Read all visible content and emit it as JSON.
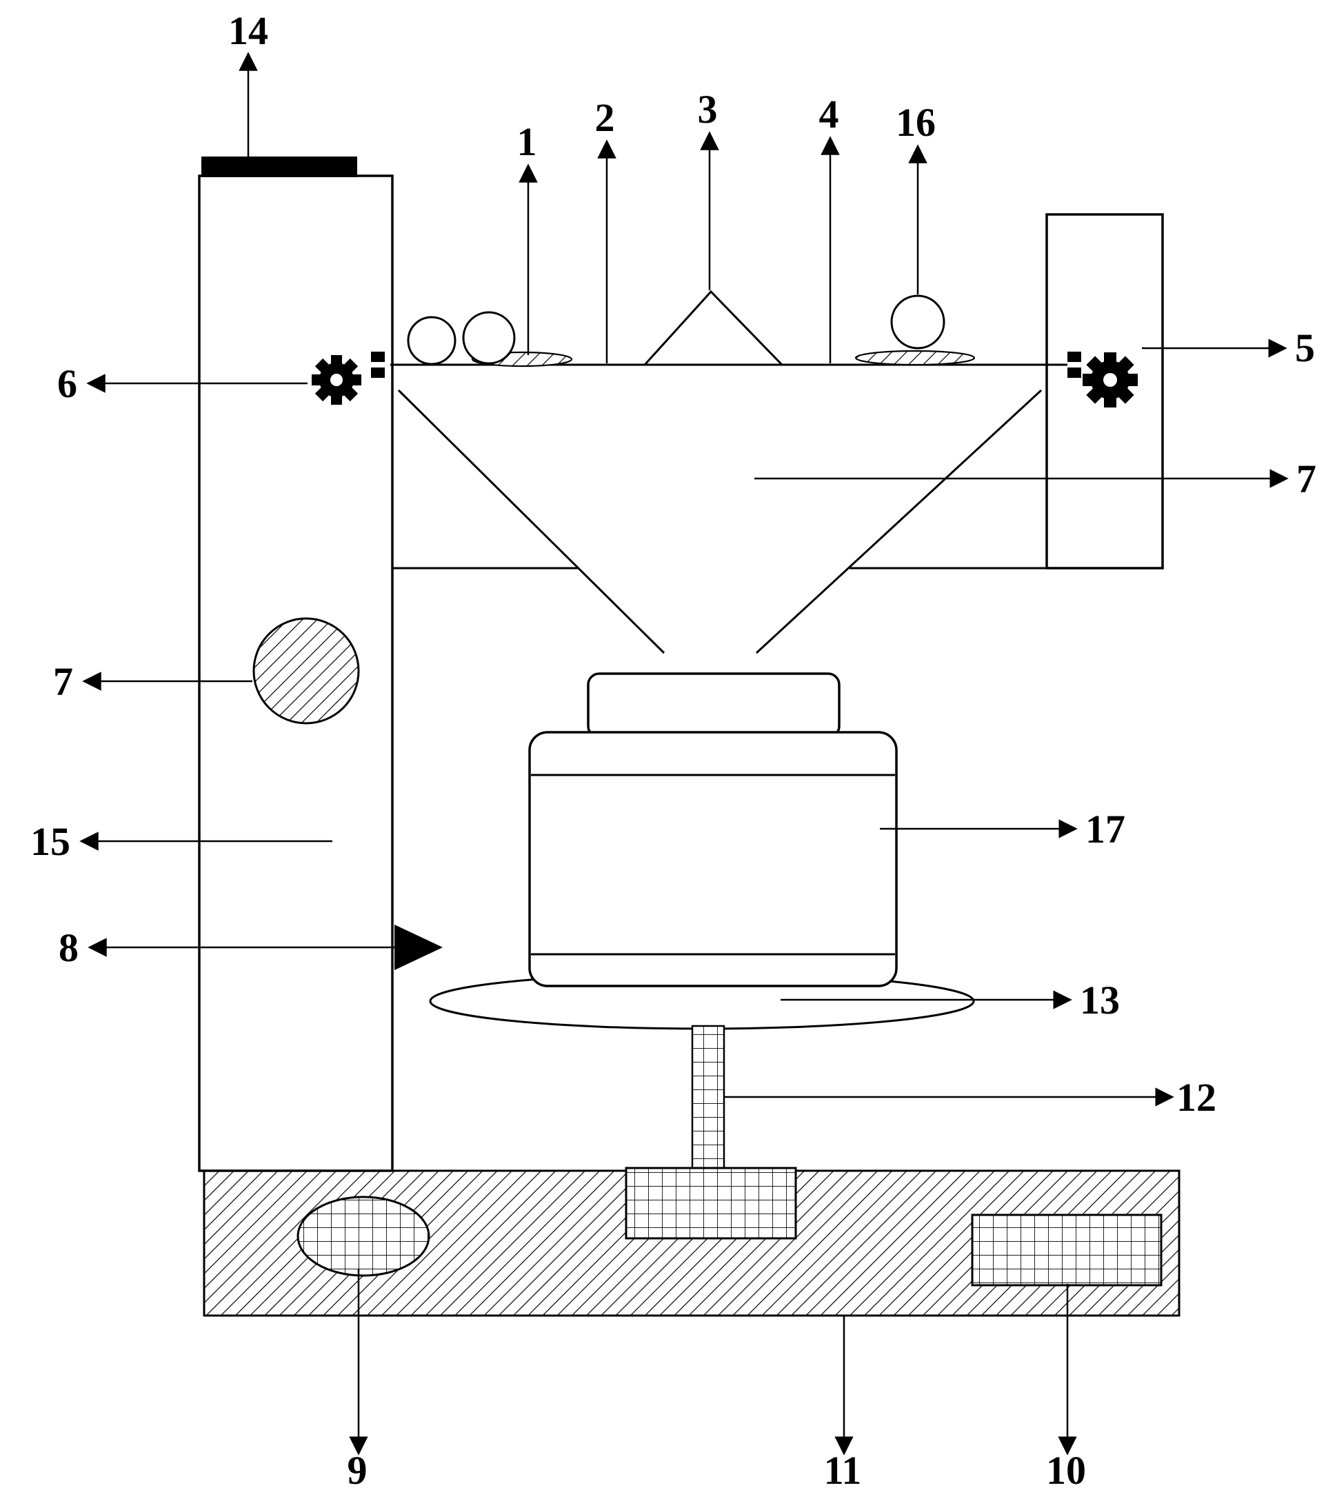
{
  "figure": {
    "labels": {
      "n1": "1",
      "n2": "2",
      "n3": "3",
      "n4": "4",
      "n5": "5",
      "n6": "6",
      "n7_right": "7",
      "n7_left": "7",
      "n8": "8",
      "n9": "9",
      "n10": "10",
      "n11": "11",
      "n12": "12",
      "n13": "13",
      "n14": "14",
      "n15": "15",
      "n16": "16",
      "n17": "17"
    },
    "colors": {
      "ink": "#000000",
      "paper": "#ffffff"
    }
  }
}
